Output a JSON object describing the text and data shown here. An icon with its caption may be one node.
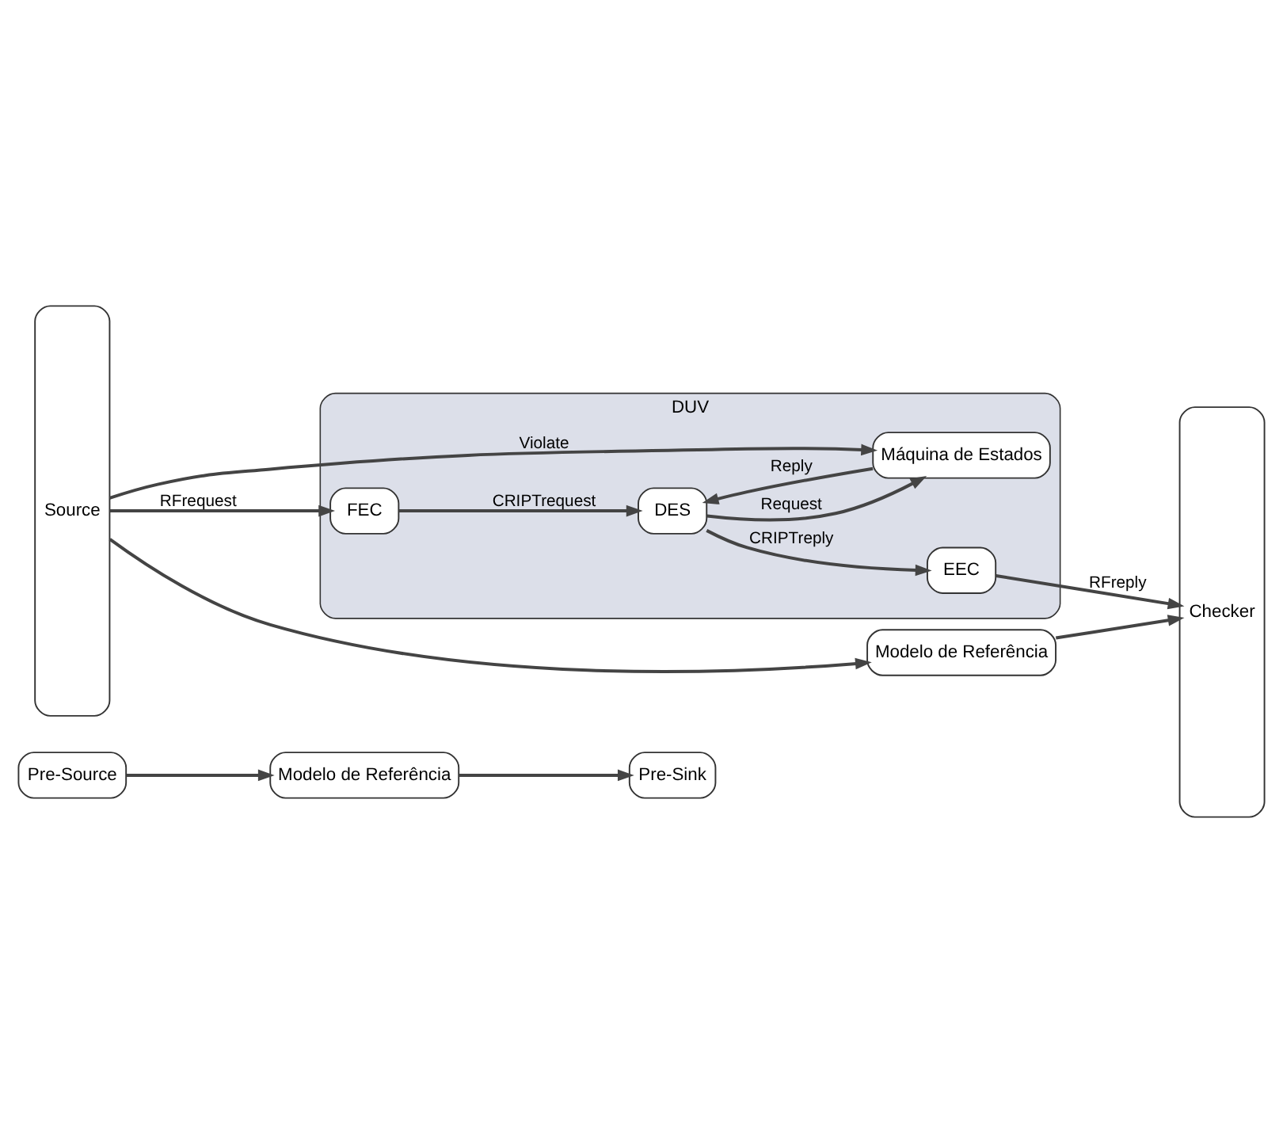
{
  "diagram": {
    "nodes": [
      {
        "text": [
          "Pre-Source"
        ]
      },
      {
        "text": [
          "Modelo de Referência"
        ]
      },
      {
        "text": [
          "Pre-Sink"
        ]
      },
      {
        "text": [
          "Source"
        ]
      },
      {
        "text": [
          "Modelo de Referência"
        ]
      },
      {
        "text": [
          "Checker"
        ]
      },
      {
        "text": [
          "DUV"
        ]
      },
      {
        "text": [
          "FEC"
        ],
        "in": 6
      },
      {
        "text": [
          "EEC"
        ],
        "in": 6
      },
      {
        "text": [
          "DES"
        ],
        "in": 6
      },
      {
        "text": [
          "Máquina de Estados"
        ],
        "in": 6
      }
    ],
    "edges": [
      {
        "from": 0,
        "to": 1,
        "arrow": "to"
      },
      {
        "from": 1,
        "to": 2,
        "arrow": "to"
      },
      {
        "from": 3,
        "to": 4,
        "arrow": "to"
      },
      {
        "from": 4,
        "to": 5,
        "arrow": "to"
      },
      {
        "from": 3,
        "to": 7,
        "arrow": "to",
        "label": "RFrequest"
      },
      {
        "from": 8,
        "to": 5,
        "arrow": "to",
        "label": "RFreply"
      },
      {
        "from": 7,
        "to": 9,
        "arrow": "to",
        "label": "CRIPTrequest"
      },
      {
        "from": 9,
        "to": 8,
        "arrow": "to",
        "label": "CRIPTreply"
      },
      {
        "from": 9,
        "to": 10,
        "arrow": "to",
        "label": "Request"
      },
      {
        "from": 10,
        "to": 9,
        "arrow": "to",
        "label": "Reply"
      },
      {
        "from": 3,
        "to": 10,
        "arrow": "to",
        "label": "Violate"
      }
    ]
  }
}
